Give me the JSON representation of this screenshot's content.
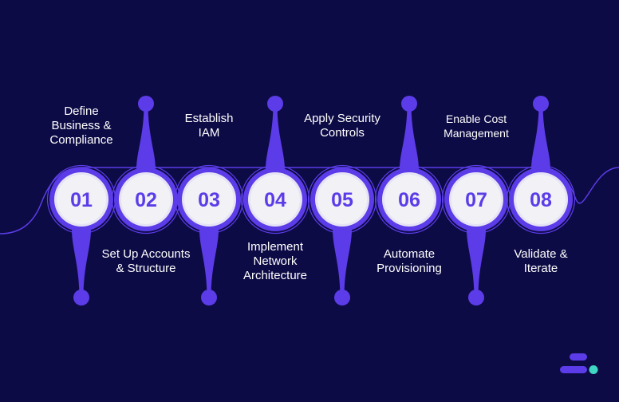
{
  "colors": {
    "background": "#0d0b45",
    "accent": "#5b3ce8",
    "circle_fill": "#f1f1f6",
    "number": "#5b3ce8",
    "logo_teal": "#3fd6c4"
  },
  "steps": [
    {
      "number": "01",
      "label": "Define\nBusiness &\nCompliance",
      "position": "top"
    },
    {
      "number": "02",
      "label": "Set Up Accounts\n& Structure",
      "position": "bottom"
    },
    {
      "number": "03",
      "label": "Establish\nIAM",
      "position": "top"
    },
    {
      "number": "04",
      "label": "Implement\nNetwork\nArchitecture",
      "position": "bottom"
    },
    {
      "number": "05",
      "label": "Apply Security\nControls",
      "position": "top"
    },
    {
      "number": "06",
      "label": "Automate\nProvisioning",
      "position": "bottom"
    },
    {
      "number": "07",
      "label": "Enable Cost\nManagement",
      "position": "top"
    },
    {
      "number": "08",
      "label": "Validate &\nIterate",
      "position": "bottom"
    }
  ],
  "logo": {
    "icon": "brand-logo-icon"
  }
}
